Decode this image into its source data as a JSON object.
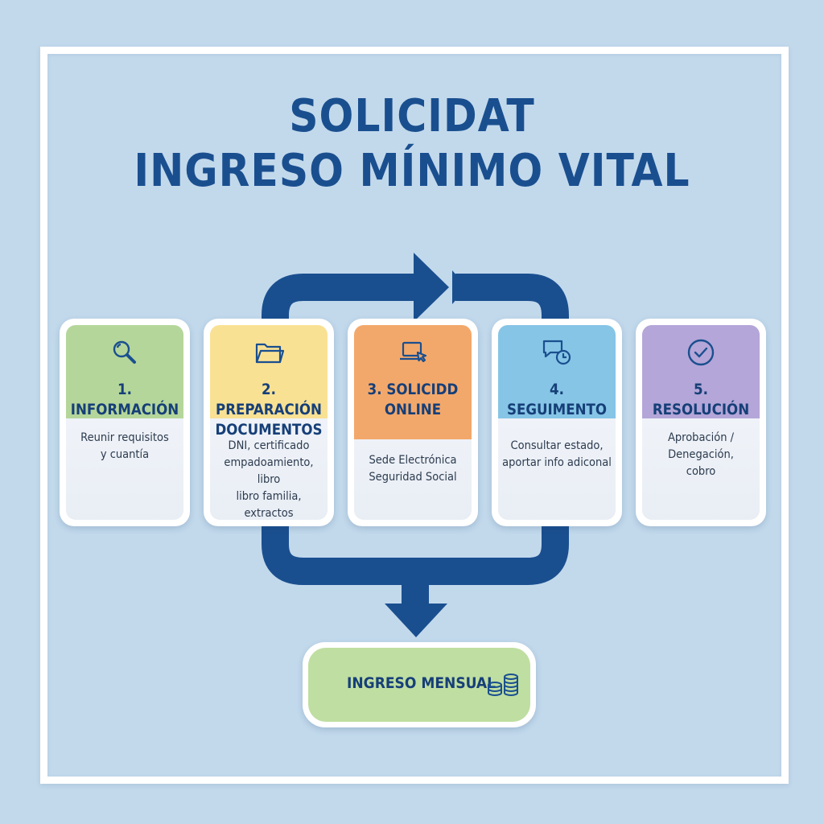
{
  "title": {
    "line1": "SOLICIDAT",
    "line2": "INGRESO MÍNIMO VITAL"
  },
  "colors": {
    "background": "#c2d9ec",
    "arrow": "#1a4f8f",
    "title": "#1a4f8f"
  },
  "steps": [
    {
      "title": "1. INFORMACIÓN",
      "description": "Reunir requisitos\ny cuantía",
      "icon": "magnifier-icon",
      "color": "#b5d69a"
    },
    {
      "title": "2. PREPARACIÓN\nDOCUMENTOS",
      "description": "DNI, certificado\nempadoamiento, libro\nlibro familia, extractos\nbancarios",
      "icon": "folder-icon",
      "color": "#f9e194"
    },
    {
      "title": "3. SOLICIDD\nONLINE",
      "description": "Sede Electrónica\nSeguridad Social",
      "icon": "laptop-cursor-icon",
      "color": "#f3a86b"
    },
    {
      "title": "4. SEGUIMENTO",
      "description": "Consultar estado,\naportar info adiconal",
      "icon": "chat-clock-icon",
      "color": "#86c5e6"
    },
    {
      "title": "5. RESOLUCIÓN",
      "description": "Aprobación / Denegación,\ncobro",
      "icon": "check-circle-icon",
      "color": "#b4a6d8"
    }
  ],
  "result": {
    "label": "INGRESO MENSUAL",
    "icon": "coins-icon",
    "color": "#bfdea1"
  }
}
